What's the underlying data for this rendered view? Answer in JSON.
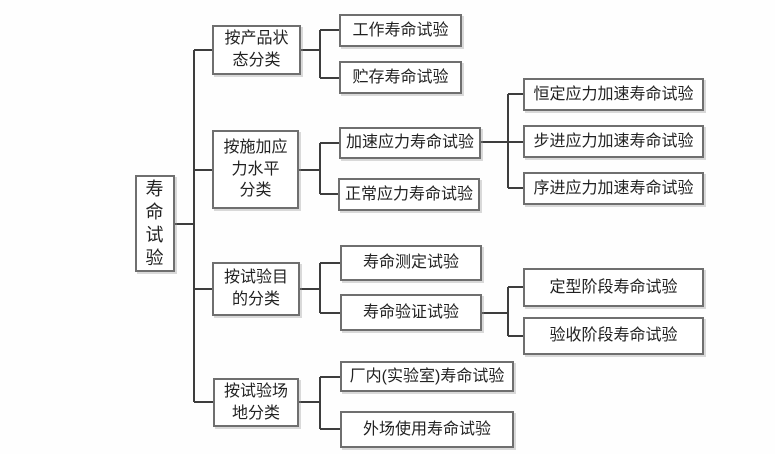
{
  "colors": {
    "background": "#ffffff",
    "box_fill": "#ffffff",
    "box_border": "#6f6f6f",
    "line": "#3d3d3d",
    "text": "#222222"
  },
  "tree": {
    "root": {
      "label": "寿\n命\n试\n验"
    },
    "branches": [
      {
        "label": "按产品状\n态分类",
        "children": [
          {
            "label": "工作寿命试验"
          },
          {
            "label": "贮存寿命试验"
          }
        ]
      },
      {
        "label": "按施加应\n力水平\n分类",
        "children": [
          {
            "label": "加速应力寿命试验",
            "children": [
              {
                "label": "恒定应力加速寿命试验"
              },
              {
                "label": "步进应力加速寿命试验"
              },
              {
                "label": "序进应力加速寿命试验"
              }
            ]
          },
          {
            "label": "正常应力寿命试验"
          }
        ]
      },
      {
        "label": "按试验目\n的分类",
        "children": [
          {
            "label": "寿命测定试验"
          },
          {
            "label": "寿命验证试验",
            "children": [
              {
                "label": "定型阶段寿命试验"
              },
              {
                "label": "验收阶段寿命试验"
              }
            ]
          }
        ]
      },
      {
        "label": "按试验场\n地分类",
        "children": [
          {
            "label": "厂内(实验室)寿命试验"
          },
          {
            "label": "外场使用寿命试验"
          }
        ]
      }
    ]
  }
}
